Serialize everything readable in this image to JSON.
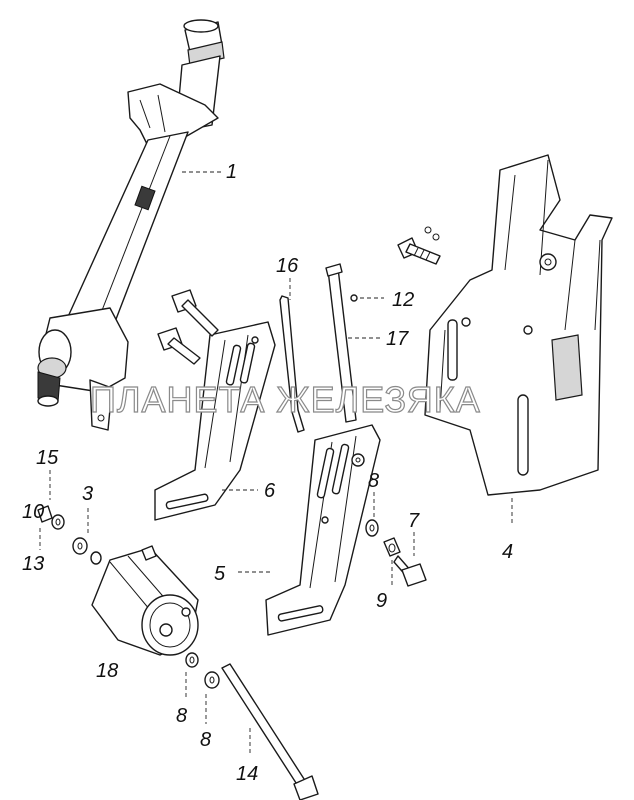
{
  "watermark": "ПЛАНЕТА ЖЕЛЕЗЯКА",
  "callouts": {
    "c1": "1",
    "c3": "3",
    "c4": "4",
    "c5": "5",
    "c6": "6",
    "c7": "7",
    "c8a": "8",
    "c8b": "8",
    "c8c": "8",
    "c9": "9",
    "c10": "10",
    "c12": "12",
    "c13": "13",
    "c14": "14",
    "c15": "15",
    "c16": "16",
    "c17": "17",
    "c18": "18"
  }
}
